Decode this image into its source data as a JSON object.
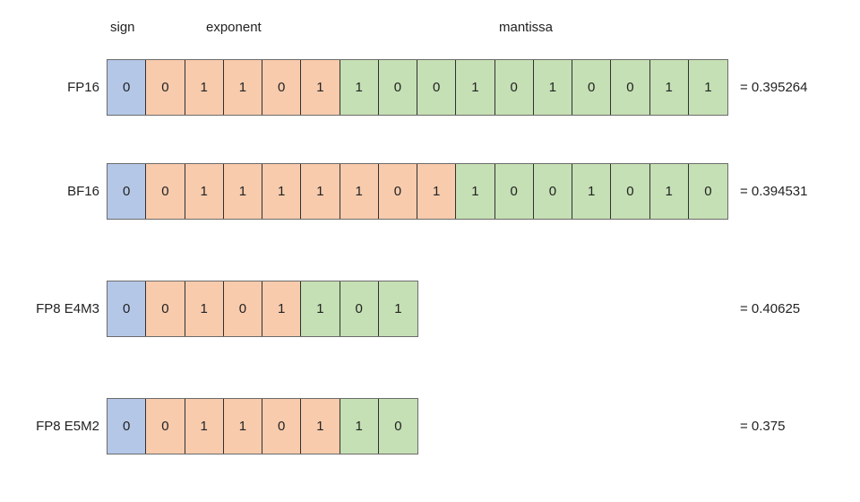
{
  "headers": {
    "sign": "sign",
    "exponent": "exponent",
    "mantissa": "mantissa"
  },
  "colors": {
    "sign": "#b4c7e7",
    "exponent": "#f8cbad",
    "mantissa": "#c5e0b4"
  },
  "formats": [
    {
      "name": "FP16",
      "sign": [
        "0"
      ],
      "exponent": [
        "0",
        "1",
        "1",
        "0",
        "1"
      ],
      "mantissa": [
        "1",
        "0",
        "0",
        "1",
        "0",
        "1",
        "0",
        "0",
        "1",
        "1"
      ],
      "value": "= 0.395264"
    },
    {
      "name": "BF16",
      "sign": [
        "0"
      ],
      "exponent": [
        "0",
        "1",
        "1",
        "1",
        "1",
        "1",
        "0",
        "1"
      ],
      "mantissa": [
        "1",
        "0",
        "0",
        "1",
        "0",
        "1",
        "0"
      ],
      "value": "= 0.394531"
    },
    {
      "name": "FP8 E4M3",
      "sign": [
        "0"
      ],
      "exponent": [
        "0",
        "1",
        "0",
        "1"
      ],
      "mantissa": [
        "1",
        "0",
        "1"
      ],
      "value": "= 0.40625"
    },
    {
      "name": "FP8 E5M2",
      "sign": [
        "0"
      ],
      "exponent": [
        "0",
        "1",
        "1",
        "0",
        "1"
      ],
      "mantissa": [
        "1",
        "0"
      ],
      "value": "= 0.375"
    }
  ]
}
